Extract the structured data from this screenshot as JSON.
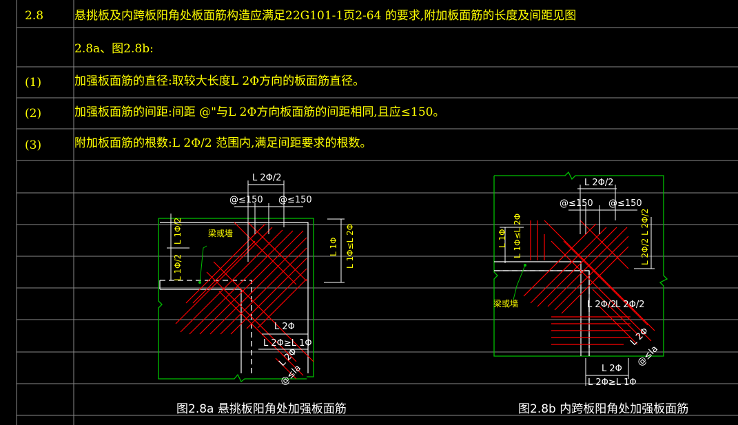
{
  "table": {
    "rows": [
      {
        "num": "2.8",
        "text": "悬挑板及内跨板阳角处板面筋构造应满足22G101-1页2-64 的要求,附加板面筋的长度及间距见图"
      },
      {
        "num": "",
        "text": "2.8a、图2.8b:"
      },
      {
        "num": "(1)",
        "text": "加强板面筋的直径:取较大长度L 2Φ方向的板面筋直径。"
      },
      {
        "num": "(2)",
        "text": "加强板面筋的间距:间距 @\"与L 2Φ方向板面筋的间距相同,且应≤150。"
      },
      {
        "num": "(3)",
        "text": "附加板面筋的根数:L 2Φ/2 范围内,满足间距要求的根数。"
      }
    ]
  },
  "figure_a": {
    "caption": "图2.8a 悬挑板阳角处加强板面筋",
    "labels": {
      "top_half": "L 2Φ/2",
      "spacing_left": "@≤150",
      "spacing_right": "@≤150",
      "left_half_top": "L 1Φ/2",
      "left_half_bottom": "L 1Φ/2",
      "beam": "梁或墙",
      "right_l1": "L 1Φ",
      "right_l1_le_l2": "L 1Φ≤L 2Φ",
      "bottom_l2": "L 2Φ",
      "bottom_l2_ge_l1": "L 2Φ≥L 1Φ",
      "diag_l2": "L 2Φ",
      "diag_spacing": "@≤la"
    }
  },
  "figure_b": {
    "caption": "图2.8b 内跨板阳角处加强板面筋",
    "labels": {
      "top_half": "L 2Φ/2",
      "spacing_left": "@≤150",
      "spacing_right": "@≤150",
      "left_l1": "L 1Φ",
      "left_l1_le_l2": "L 1Φ≤L 2Φ",
      "right_half": "L 2Φ/2 L 2Φ/2",
      "beam": "梁或墙",
      "mid_half": "L 2Φ/2",
      "mid_half2": "L 2Φ/2",
      "diag_l2": "L 2Φ",
      "bottom_l2": "L 2Φ",
      "bottom_l2_ge_l1": "L 2Φ≥L 1Φ",
      "diag_spacing": "@≤la"
    }
  },
  "colors": {
    "background": "#000000",
    "text_yellow": "#ffff00",
    "grid_gray": "#808080",
    "slab_green": "#00c000",
    "rebar_red": "#ff0000",
    "dim_white": "#ffffff"
  }
}
